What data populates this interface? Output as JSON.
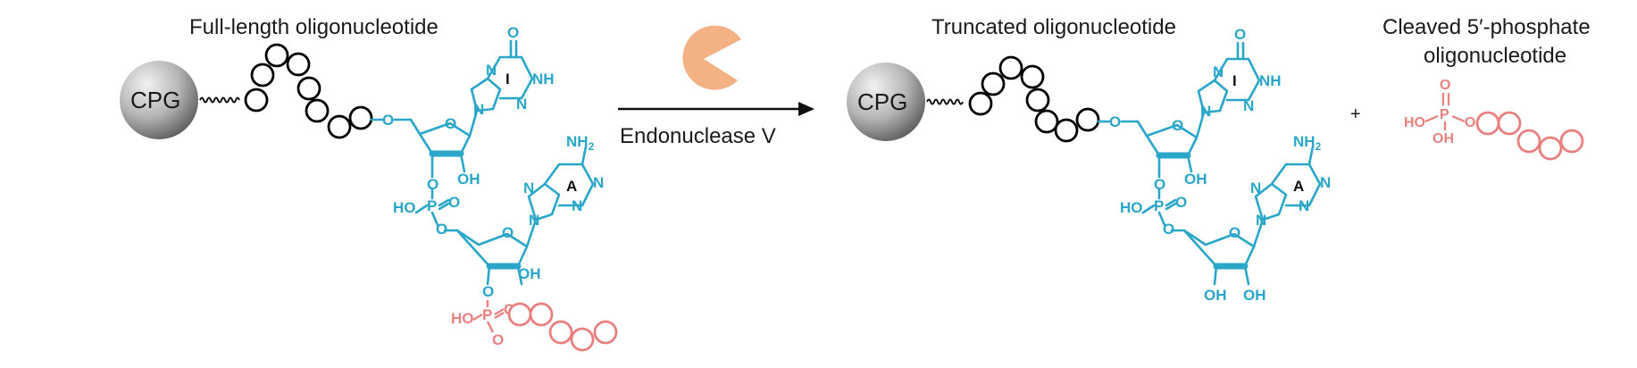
{
  "colors": {
    "nucleotide": "#2aa6c9",
    "cleaved_strand": "#e98080",
    "strand": "#000000",
    "enzyme": "#f4b183",
    "bead_dark": "#6d6d6d",
    "bead_light": "#efefef"
  },
  "left_panel": {
    "title": "Full-length oligonucleotide",
    "bead_label": "CPG",
    "base1_letter": "I",
    "base2_letter": "A",
    "labels": {
      "o_link": "O",
      "o_ribose": "O",
      "carbonyl_o": "O",
      "nh": "NH",
      "n": "N",
      "oh": "OH",
      "o": "O",
      "p": "P",
      "ho": "HO",
      "nh2": "NH",
      "sub2": "2"
    }
  },
  "reaction": {
    "enzyme_icon": "pacman-enzyme-icon",
    "arrow_label": "Endonuclease V"
  },
  "right_panel": {
    "title": "Truncated oligonucleotide",
    "bead_label": "CPG",
    "base1_letter": "I",
    "base2_letter": "A",
    "plus": "+"
  },
  "cleaved": {
    "title_line1": "Cleaved 5′-phosphate",
    "title_line2": "oligonucleotide",
    "o": "O",
    "p": "P",
    "ho": "HO",
    "oh": "OH"
  }
}
